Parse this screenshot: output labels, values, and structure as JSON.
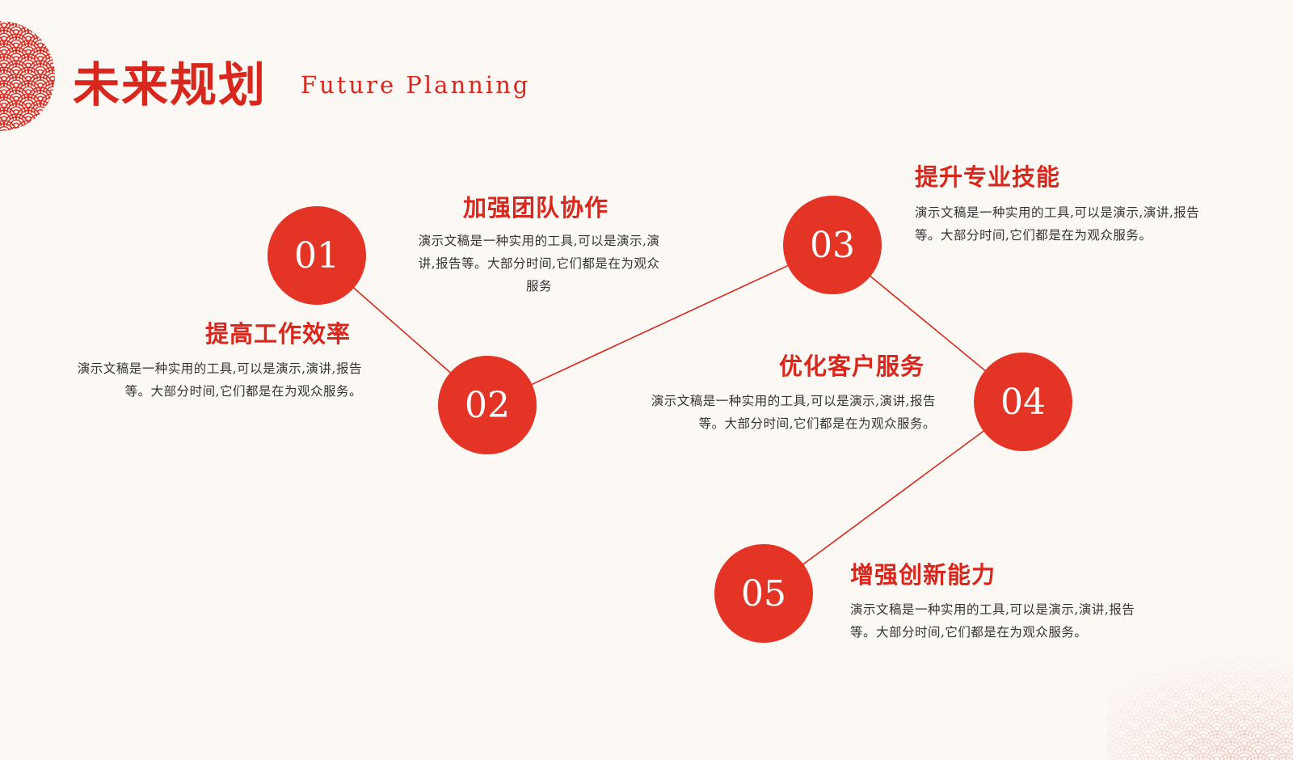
{
  "header": {
    "title_cn": "未来规划",
    "title_en": "Future Planning"
  },
  "colors": {
    "accent": "#e43426",
    "title": "#d9271e",
    "background": "#fcf9f5",
    "body_text": "#333333"
  },
  "steps": [
    {
      "number": "01",
      "heading": "提高工作效率",
      "text": "演示文稿是一种实用的工具,可以是演示,演讲,报告等。大部分时间,它们都是在为观众服务。"
    },
    {
      "number": "02",
      "heading": "加强团队协作",
      "text": "演示文稿是一种实用的工具,可以是演示,演讲,报告等。大部分时间,它们都是在为观众服务"
    },
    {
      "number": "03",
      "heading": "提升专业技能",
      "text": "演示文稿是一种实用的工具,可以是演示,演讲,报告等。大部分时间,它们都是在为观众服务。"
    },
    {
      "number": "04",
      "heading": "优化客户服务",
      "text": "演示文稿是一种实用的工具,可以是演示,演讲,报告等。大部分时间,它们都是在为观众服务。"
    },
    {
      "number": "05",
      "heading": "增强创新能力",
      "text": "演示文稿是一种实用的工具,可以是演示,演讲,报告等。大部分时间,它们都是在为观众服务。"
    }
  ],
  "decorations": {
    "top_left": "seigaiha-wave-pattern",
    "bottom_right": "seigaiha-wave-pattern"
  }
}
